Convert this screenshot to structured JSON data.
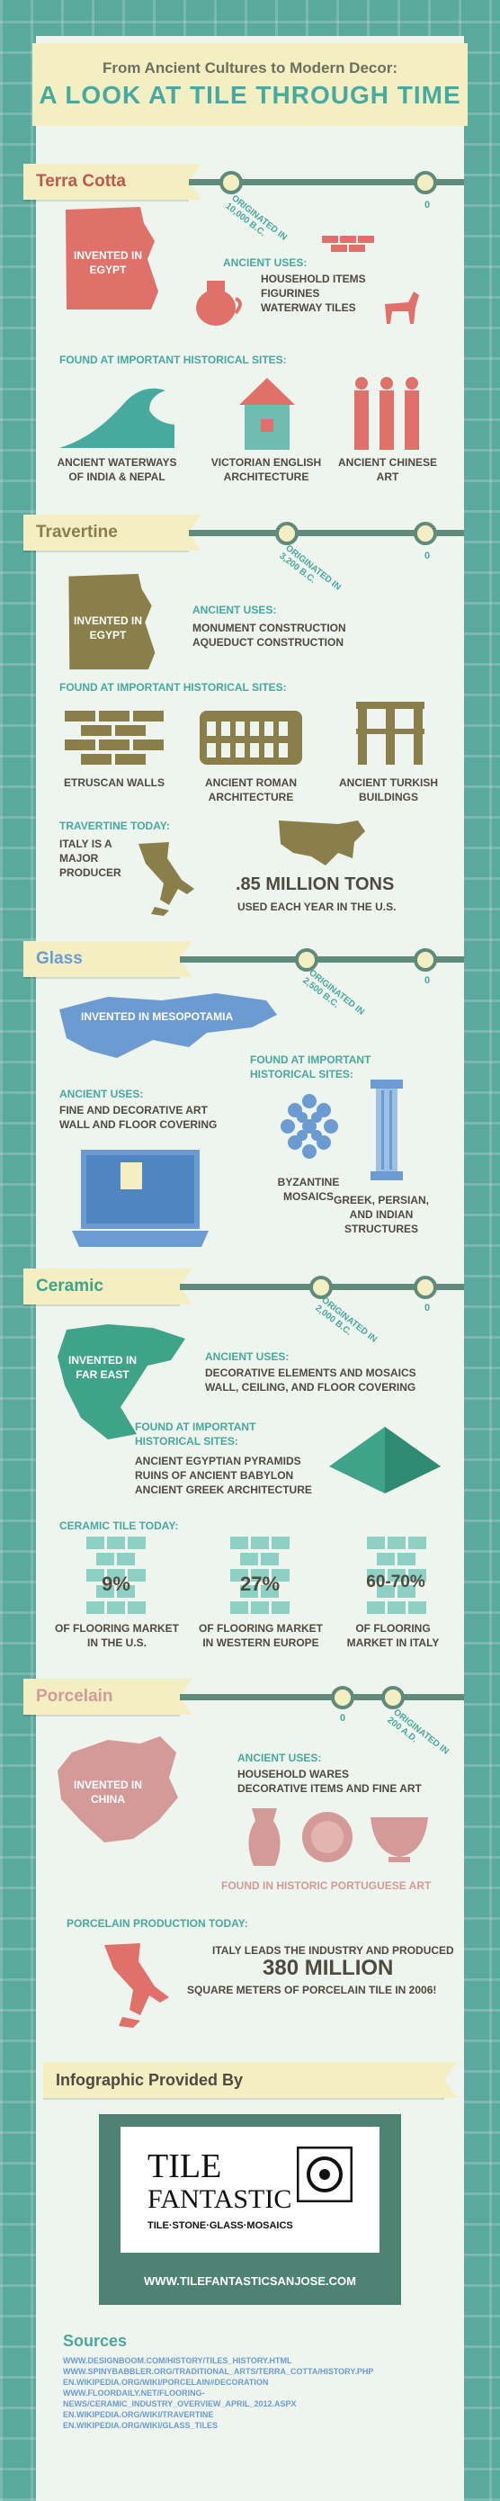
{
  "header": {
    "subtitle": "From Ancient Cultures to Modern Decor:",
    "title": "A LOOK AT TILE THROUGH TIME"
  },
  "terra_cotta": {
    "section_title": "Terra Cotta",
    "origin_date": "ORIGINATED IN 10,000 B.C.",
    "zero": "0",
    "invented": "INVENTED IN EGYPT",
    "uses_heading": "ANCIENT USES:",
    "uses": "HOUSEHOLD ITEMS\nFIGURINES\nWATERWAY TILES",
    "sites_heading": "FOUND AT IMPORTANT HISTORICAL SITES:",
    "sites": [
      "ANCIENT WATERWAYS OF INDIA & NEPAL",
      "VICTORIAN ENGLISH ARCHITECTURE",
      "ANCIENT CHINESE ART"
    ]
  },
  "travertine": {
    "section_title": "Travertine",
    "origin_date": "ORIGINATED IN 3,200 B.C.",
    "zero": "0",
    "invented": "INVENTED IN EGYPT",
    "uses_heading": "ANCIENT USES:",
    "uses": "MONUMENT CONSTRUCTION\nAQUEDUCT CONSTRUCTION",
    "sites_heading": "FOUND AT IMPORTANT HISTORICAL SITES:",
    "sites": [
      "ETRUSCAN WALLS",
      "ANCIENT ROMAN ARCHITECTURE",
      "ANCIENT TURKISH BUILDINGS"
    ],
    "today_heading": "TRAVERTINE TODAY:",
    "today_text": "ITALY IS A MAJOR PRODUCER",
    "stat_value": ".85 MILLION TONS",
    "stat_label": "USED EACH YEAR IN THE U.S."
  },
  "glass": {
    "section_title": "Glass",
    "origin_date": "ORIGINATED IN 2,500 B.C.",
    "zero": "0",
    "invented": "INVENTED IN MESOPOTAMIA",
    "uses_heading": "ANCIENT USES:",
    "uses": "FINE AND DECORATIVE ART\nWALL AND FLOOR COVERING",
    "sites_heading": "FOUND AT IMPORTANT HISTORICAL SITES:",
    "sites": [
      "BYZANTINE MOSAICS",
      "GREEK, PERSIAN, AND INDIAN STRUCTURES"
    ]
  },
  "ceramic": {
    "section_title": "Ceramic",
    "origin_date": "ORIGINATED IN 2,000 B.C.",
    "zero": "0",
    "invented": "INVENTED IN FAR EAST",
    "uses_heading": "ANCIENT USES:",
    "uses": "DECORATIVE ELEMENTS AND MOSAICS\nWALL, CEILING, AND FLOOR COVERING",
    "sites_heading": "FOUND AT IMPORTANT HISTORICAL SITES:",
    "sites": "ANCIENT EGYPTIAN PYRAMIDS\nRUINS OF ANCIENT BABYLON\nANCIENT GREEK ARCHITECTURE",
    "today_heading": "CERAMIC TILE TODAY:",
    "stats": [
      {
        "value": "9%",
        "label": "OF FLOORING MARKET IN THE U.S."
      },
      {
        "value": "27%",
        "label": "OF FLOORING MARKET IN WESTERN EUROPE"
      },
      {
        "value": "60-70%",
        "label": "OF FLOORING MARKET IN ITALY"
      }
    ]
  },
  "porcelain": {
    "section_title": "Porcelain",
    "origin_date": "ORIGINATED IN 200 A.D.",
    "zero": "0",
    "invented": "INVENTED IN CHINA",
    "uses_heading": "ANCIENT USES:",
    "uses": "HOUSEHOLD WARES\nDECORATIVE ITEMS AND FINE ART",
    "sites_text": "FOUND IN HISTORIC PORTUGUESE ART",
    "today_heading": "PORCELAIN PRODUCTION TODAY:",
    "stat_pre": "ITALY LEADS THE INDUSTRY AND PRODUCED",
    "stat_value": "380 MILLION",
    "stat_post": "SQUARE METERS OF PORCELAIN TILE IN 2006!"
  },
  "provided": {
    "heading": "Infographic Provided By",
    "logo_line1": "TILE",
    "logo_line2": "FANTASTIC",
    "logo_tagline": "TILE·STONE·GLASS·MOSAICS",
    "url": "WWW.TILEFANTASTICSANJOSE.COM"
  },
  "sources": {
    "heading": "Sources",
    "items": [
      "WWW.DESIGNBOOM.COM/HISTORY/TILES_HISTORY.HTML",
      "WWW.SPINYBABBLER.ORG/TRADITIONAL_ARTS/TERRA_COTTA/HISTORY.PHP",
      "EN.WIKIPEDIA.ORG/WIKI/PORCELAIN#DECORATION",
      "WWW.FLOORDAILY.NET/FLOORING-NEWS/CERAMIC_INDUSTRY_OVERVIEW_APRIL_2012.ASPX",
      "EN.WIKIPEDIA.ORG/WIKI/TRAVERTINE",
      "EN.WIKIPEDIA.ORG/WIKI/GLASS_TILES"
    ]
  },
  "colors": {
    "teal": "#48a99e",
    "terra": "#e0716a",
    "olive": "#8a7f4a",
    "blue": "#6c9bd2",
    "green": "#3fa38a",
    "pink": "#d39a98",
    "cream": "#f3efc3"
  }
}
